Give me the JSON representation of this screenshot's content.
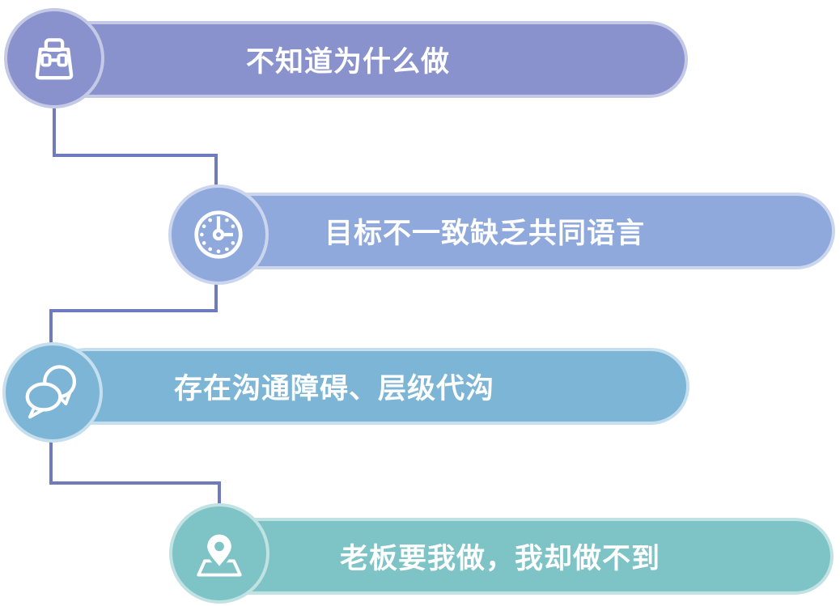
{
  "diagram": {
    "background": "#ffffff",
    "connector_color": "#6F7BBD",
    "text_color": "#FFFFFF",
    "steps": [
      {
        "label": "不知道为什么做",
        "icon": "briefcase-icon",
        "fill": "#8A92CD",
        "border_color": "#C4C9E6"
      },
      {
        "label": "目标不一致缺乏共同语言",
        "icon": "clock-icon",
        "fill": "#8FA9DC",
        "border_color": "#CBD6EE"
      },
      {
        "label": "存在沟通障碍、层级代沟",
        "icon": "chat-bubbles-icon",
        "fill": "#7DB5D7",
        "border_color": "#C6DFEE"
      },
      {
        "label": "老板要我做，我却做不到",
        "icon": "map-pin-icon",
        "fill": "#7EC3C5",
        "border_color": "#C1E2E3"
      }
    ]
  }
}
